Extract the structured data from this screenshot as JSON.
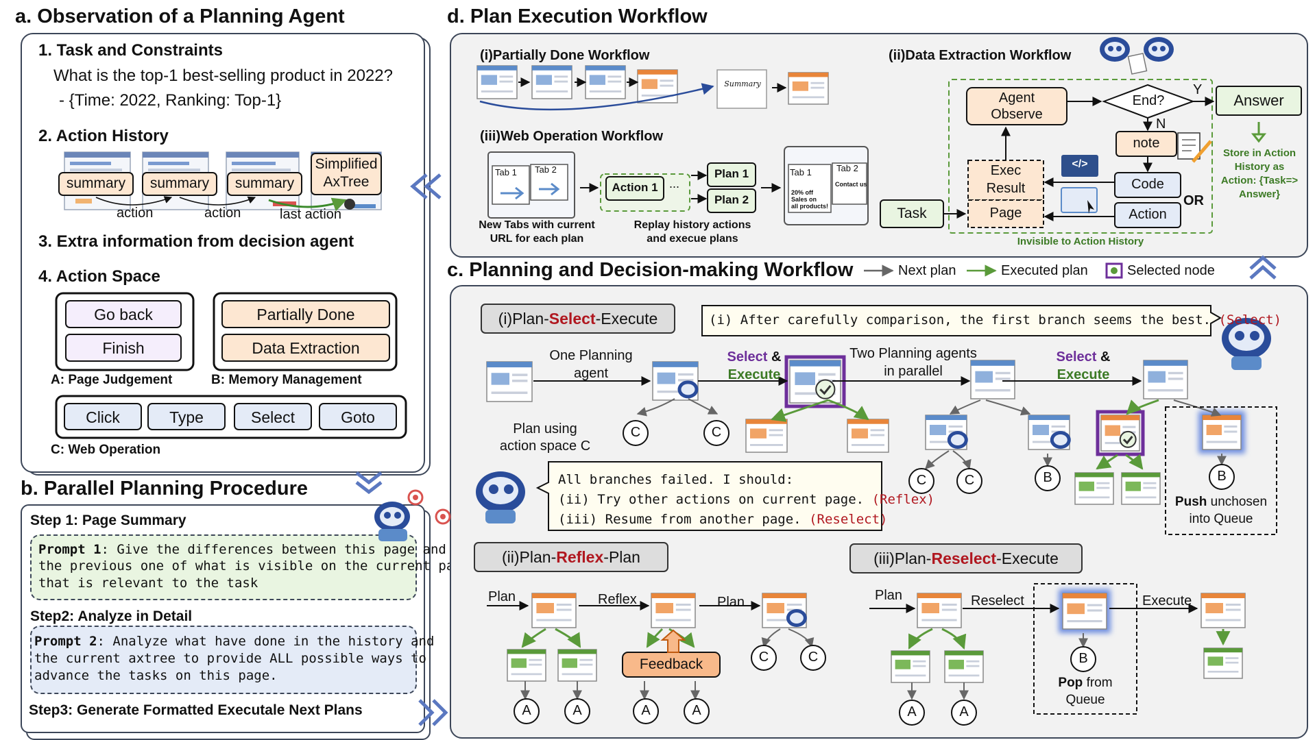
{
  "panel_a": {
    "title": "a. Observation of a Planning Agent",
    "sec1_title": "1. Task and Constraints",
    "question": "What is the top-1 best-selling product in 2022?",
    "constraints": "- {Time: 2022, Ranking: Top-1}",
    "sec2_title": "2. Action History",
    "summary_label": "summary",
    "action_label": "action",
    "last_action_label": "last action",
    "axtree_label_1": "Simplified",
    "axtree_label_2": "AxTree",
    "sec3_title": "3. Extra information from decision agent",
    "sec4_title": "4. Action Space",
    "go_back": "Go back",
    "finish": "Finish",
    "partially_done": "Partially Done",
    "data_extraction": "Data Extraction",
    "page_judgement": "A: Page Judgement",
    "memory_management": "B: Memory Management",
    "click": "Click",
    "type": "Type",
    "select": "Select",
    "goto": "Goto",
    "web_operation": "C: Web Operation"
  },
  "panel_b": {
    "title": "b. Parallel Planning Procedure",
    "step1": "Step 1: Page Summary",
    "prompt1_label": "Prompt 1",
    "prompt1_lines": [
      ": Give the differences between this page and",
      "the previous one of what is visible on the current page",
      "that is relevant to the task"
    ],
    "step2": "Step2: Analyze in Detail",
    "prompt2_label": "Prompt 2",
    "prompt2_lines": [
      ": Analyze what have done in the history and",
      "the current axtree to provide ALL possible ways to",
      "advance the tasks on this page."
    ],
    "step3": "Step3: Generate Formatted Executale Next Plans"
  },
  "panel_d": {
    "title": "d. Plan Execution Workflow",
    "partial_title": "(i)Partially Done Workflow",
    "summary_doc": "Summary",
    "web_op_title": "(iii)Web Operation Workflow",
    "tab1": "Tab 1",
    "tab2": "Tab 2",
    "new_tabs_1": "New Tabs with current",
    "new_tabs_2": "URL for each plan",
    "action1": "Action 1",
    "ellipsis": "...",
    "plan1": "Plan 1",
    "plan2": "Plan 2",
    "replay_1": "Replay history actions",
    "replay_2": "and execue plans",
    "page_snip_1": "20% off",
    "page_snip_2": "Sales on",
    "page_snip_3": "all products!",
    "page_snip_4": "Contact us",
    "data_title": "(ii)Data Extraction Workflow",
    "agent_observe_1": "Agent",
    "agent_observe_2": "Observe",
    "end": "End?",
    "yes": "Y",
    "no": "N",
    "answer": "Answer",
    "note": "note",
    "code_icon": "</>",
    "exec_result_1": "Exec",
    "exec_result_2": "Result",
    "code": "Code",
    "or": "OR",
    "task": "Task",
    "page": "Page",
    "action": "Action",
    "store_1": "Store in Action",
    "store_2": "History as",
    "store_3": "Action: {Task=>",
    "store_4": "Answer}",
    "invisible": "Invisible to Action History"
  },
  "panel_c": {
    "title": "c. Planning and Decision-making Workflow",
    "legend_next": "Next plan",
    "legend_executed": "Executed plan",
    "legend_selected": "Selected node",
    "pse_prefix": "(i)Plan-",
    "pse_key": "Select",
    "pse_suffix": "-Execute",
    "comparison_text": "(i) After carefully comparison, the first branch seems the best.",
    "comparison_tag": "(Select)",
    "one_planning_1": "One Planning",
    "one_planning_2": "agent",
    "select_word": "Select",
    "amp": "&",
    "execute_word": "Execute",
    "two_planning_1": "Two Planning agents",
    "two_planning_2": "in parallel",
    "plan_using_1": "Plan using",
    "plan_using_2": "action space C",
    "node_c": "C",
    "node_b": "B",
    "node_a": "A",
    "failed_1": "All branches failed. I should:",
    "failed_2": "(ii) Try other actions on current page.",
    "failed_2_tag": "(Reflex)",
    "failed_3": "(iii) Resume from another page.",
    "failed_3_tag": "(Reselect)",
    "push_bold": "Push",
    "push_rest": " unchosen",
    "push_2": "into Queue",
    "prp_prefix": "(ii)Plan-",
    "prp_key": "Reflex",
    "prp_suffix": "-Plan",
    "plan_label": "Plan",
    "reflex_label": "Reflex",
    "feedback": "Feedback",
    "pre_prefix": "(iii)Plan-",
    "pre_key": "Reselect",
    "pre_suffix": "-Execute",
    "reselect_label": "Reselect",
    "execute_label": "Execute",
    "pop_bold": "Pop",
    "pop_rest": " from",
    "pop_2": "Queue"
  },
  "colors": {
    "orange_fill": "#fde7d2",
    "orange_stroke": "#e8853a",
    "purple_fill": "#f5eefc",
    "blue_fill": "#e4ebf7",
    "green_fill": "#e9f5e1",
    "green_stroke": "#5a9a3a",
    "select_purple": "#6d2f9a",
    "red_key": "#b0171f",
    "page_blue": "#5b8bc9"
  }
}
